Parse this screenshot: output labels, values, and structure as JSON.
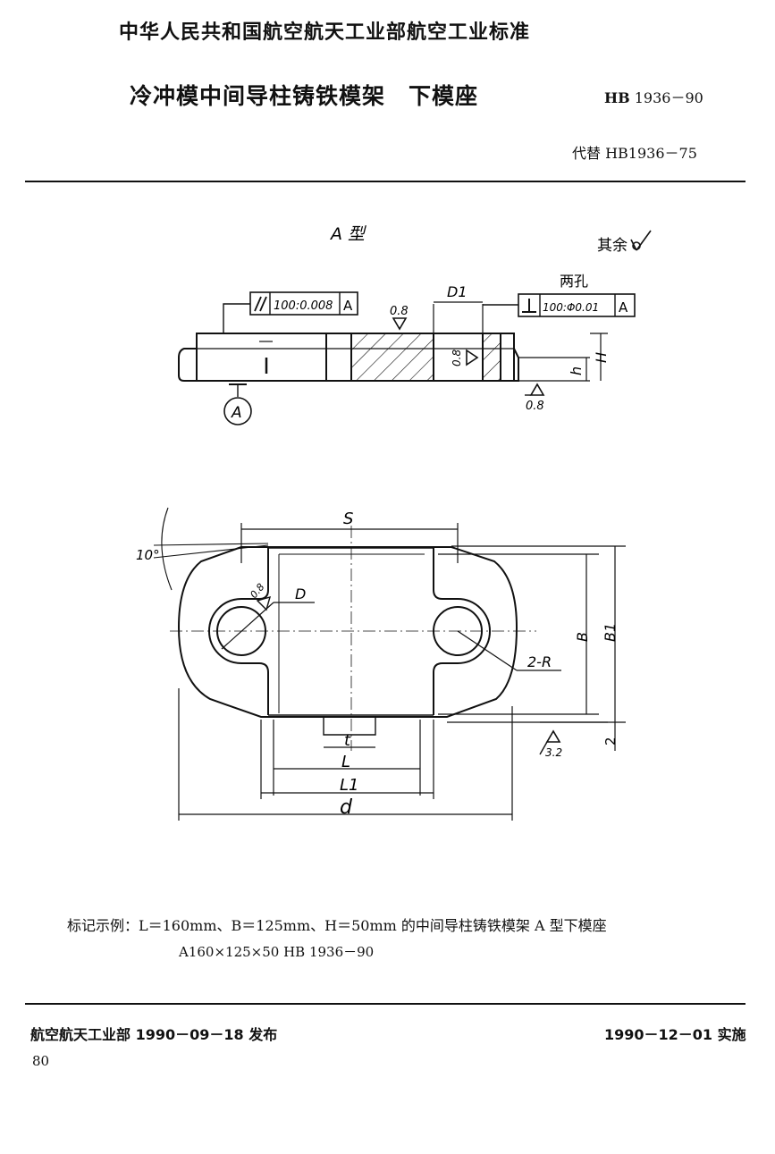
{
  "header": {
    "organization": "中华人民共和国航空航天工业部航空工业标准",
    "title": "冷冲模中间导柱铸铁模架　下模座",
    "code_prefix": "HB",
    "code_number": "1936－90",
    "replaces": "代替 HB1936－75"
  },
  "drawing": {
    "type_label": "A 型",
    "surface_note": "其余",
    "two_holes": "两孔",
    "tolerance_parallel": "100:0.008",
    "tolerance_perp": "100:Φ0.01",
    "datum": "A",
    "roughness_08": "0.8",
    "roughness_32": "3.2",
    "dim_D1": "D1",
    "dim_H": "H",
    "dim_h": "h",
    "dim_S": "S",
    "dim_D": "D",
    "dim_B": "B",
    "dim_B1": "B1",
    "dim_2R": "2-R",
    "dim_t": "t",
    "dim_L": "L",
    "dim_L1": "L1",
    "dim_d": "d",
    "dim_2": "2",
    "angle": "10°"
  },
  "marking": {
    "example": "标记示例：L＝160mm、B＝125mm、H＝50mm 的中间导柱铸铁模架 A 型下模座",
    "code": "A160×125×50 HB 1936－90"
  },
  "footer": {
    "issue": "航空航天工业部 1990－09－18 发布",
    "implement": "1990－12－01 实施",
    "page_number": "80"
  }
}
